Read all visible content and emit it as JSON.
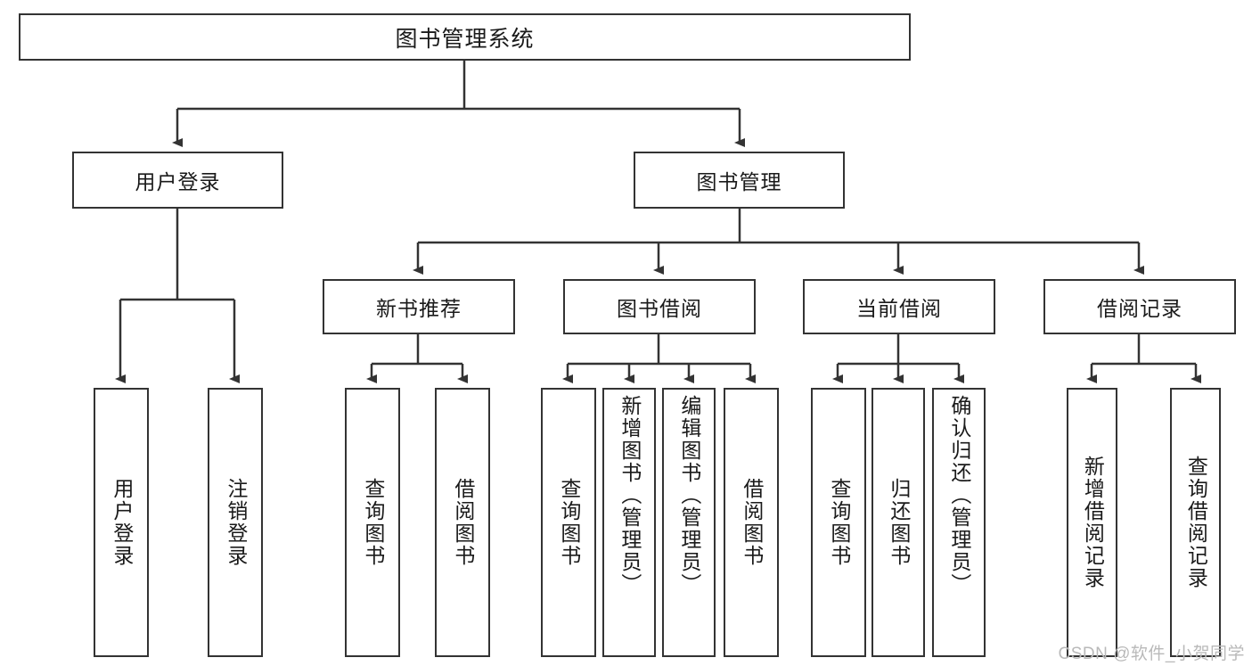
{
  "diagram": {
    "title": "图书管理系统",
    "watermark": "CSDN @软件_小贺同学",
    "colors": {
      "stroke": "#333333",
      "fill": "#ffffff",
      "text": "#1a1a1a",
      "watermark": "#b9b9b9"
    },
    "level2": [
      {
        "label": "用户登录"
      },
      {
        "label": "图书管理"
      }
    ],
    "level3": [
      {
        "label": "新书推荐"
      },
      {
        "label": "图书借阅"
      },
      {
        "label": "当前借阅"
      },
      {
        "label": "借阅记录"
      }
    ],
    "leaves": {
      "user_login": [
        {
          "label": "用户登录"
        },
        {
          "label": "注销登录"
        }
      ],
      "new_book": [
        {
          "label": "查询图书"
        },
        {
          "label": "借阅图书"
        }
      ],
      "book_borrow": [
        {
          "label": "查询图书"
        },
        {
          "label": "新增图书（管理员）"
        },
        {
          "label": "编辑图书（管理员）"
        },
        {
          "label": "借阅图书"
        }
      ],
      "current_borrow": [
        {
          "label": "查询图书"
        },
        {
          "label": "归还图书"
        },
        {
          "label": "确认归还（管理员）"
        }
      ],
      "borrow_record": [
        {
          "label": "新增借阅记录"
        },
        {
          "label": "查询借阅记录"
        }
      ]
    }
  }
}
